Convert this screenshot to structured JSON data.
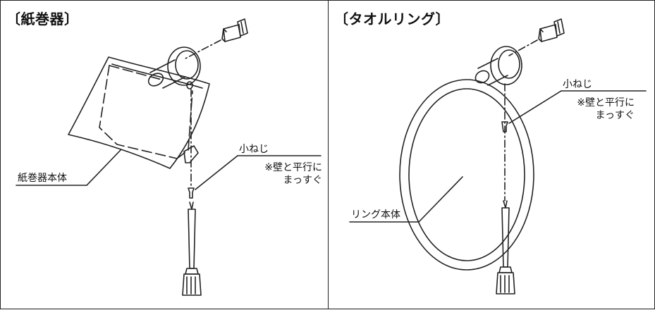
{
  "panels": [
    {
      "heading": "〔紙巻器〕",
      "part_label": "紙巻器本体",
      "screw_label": "小ねじ",
      "note_line1": "※壁と平行に",
      "note_line2": "まっすぐ"
    },
    {
      "heading": "〔タオルリング〕",
      "part_label": "リング本体",
      "screw_label": "小ねじ",
      "note_line1": "※壁と平行に",
      "note_line2": "まっすぐ"
    }
  ],
  "colors": {
    "line": "#222222",
    "background": "#ffffff"
  }
}
